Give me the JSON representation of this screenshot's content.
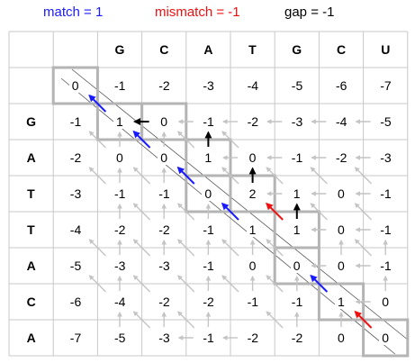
{
  "legend": {
    "match": {
      "text": "match = 1",
      "color": "#1a1aff"
    },
    "mismatch": {
      "text": "mismatch = -1",
      "color": "#ee1111"
    },
    "gap": {
      "text": "gap = -1",
      "color": "#000000"
    }
  },
  "columns": [
    "",
    "G",
    "C",
    "A",
    "T",
    "G",
    "C",
    "U"
  ],
  "rows": [
    "",
    "G",
    "A",
    "T",
    "T",
    "A",
    "C",
    "A"
  ],
  "scores": [
    [
      "0",
      "-1",
      "-2",
      "-3",
      "-4",
      "-5",
      "-6",
      "-7"
    ],
    [
      "-1",
      "1",
      "0",
      "-1",
      "-2",
      "-3",
      "-4",
      "-5"
    ],
    [
      "-2",
      "0",
      "0",
      "1",
      "0",
      "-1",
      "-2",
      "-3"
    ],
    [
      "-3",
      "-1",
      "-1",
      "0",
      "2",
      "1",
      "0",
      "-1"
    ],
    [
      "-4",
      "-2",
      "-2",
      "-1",
      "1",
      "1",
      "0",
      "-1"
    ],
    [
      "-5",
      "-3",
      "-3",
      "-1",
      "0",
      "0",
      "0",
      "-1"
    ],
    [
      "-6",
      "-4",
      "-2",
      "-2",
      "-1",
      "-1",
      "1",
      "0"
    ],
    [
      "-7",
      "-5",
      "-3",
      "-1",
      "-2",
      "-2",
      "0",
      "0"
    ]
  ],
  "path_cells": [
    [
      0,
      0
    ],
    [
      1,
      1
    ],
    [
      1,
      2
    ],
    [
      2,
      3
    ],
    [
      3,
      3
    ],
    [
      3,
      4
    ],
    [
      4,
      5
    ],
    [
      5,
      5
    ],
    [
      6,
      6
    ],
    [
      7,
      7
    ]
  ],
  "colors": {
    "grid_line": "#c8c8c8",
    "path_box": "#b4b4b4",
    "arrow_gray": "#c4c4c4",
    "arrow_black": "#000000",
    "arrow_blue": "#1a1aff",
    "arrow_red": "#ee1111"
  },
  "arrows": {
    "left": [
      [
        1,
        3
      ],
      [
        1,
        4
      ],
      [
        1,
        5
      ],
      [
        1,
        6
      ],
      [
        1,
        7
      ],
      [
        2,
        4
      ],
      [
        2,
        5
      ],
      [
        2,
        6
      ],
      [
        2,
        7
      ],
      [
        3,
        5
      ],
      [
        3,
        6
      ],
      [
        3,
        7
      ],
      [
        4,
        6
      ],
      [
        4,
        7
      ],
      [
        5,
        6
      ],
      [
        5,
        7
      ],
      [
        6,
        7
      ],
      [
        7,
        3
      ],
      [
        7,
        4
      ]
    ],
    "up": [
      [
        2,
        1
      ],
      [
        2,
        2
      ],
      [
        3,
        1
      ],
      [
        3,
        2
      ],
      [
        4,
        1
      ],
      [
        4,
        2
      ],
      [
        4,
        3
      ],
      [
        5,
        1
      ],
      [
        5,
        2
      ],
      [
        5,
        3
      ],
      [
        5,
        4
      ],
      [
        5,
        6
      ],
      [
        5,
        7
      ],
      [
        6,
        1
      ],
      [
        6,
        3
      ],
      [
        6,
        4
      ],
      [
        6,
        5
      ],
      [
        6,
        7
      ],
      [
        7,
        1
      ],
      [
        7,
        2
      ],
      [
        7,
        3
      ],
      [
        7,
        5
      ],
      [
        7,
        6
      ]
    ],
    "diag": [
      [
        1,
        1
      ],
      [
        2,
        1
      ],
      [
        2,
        3
      ],
      [
        2,
        4
      ],
      [
        3,
        1
      ],
      [
        3,
        2
      ],
      [
        3,
        3
      ],
      [
        3,
        4
      ],
      [
        3,
        5
      ],
      [
        3,
        6
      ],
      [
        3,
        7
      ],
      [
        4,
        2
      ],
      [
        4,
        3
      ],
      [
        4,
        6
      ],
      [
        4,
        7
      ],
      [
        5,
        1
      ],
      [
        5,
        2
      ],
      [
        5,
        3
      ],
      [
        5,
        4
      ],
      [
        5,
        5
      ],
      [
        5,
        7
      ],
      [
        6,
        1
      ],
      [
        6,
        2
      ],
      [
        6,
        3
      ],
      [
        6,
        4
      ],
      [
        6,
        5
      ],
      [
        6,
        6
      ],
      [
        7,
        2
      ],
      [
        7,
        3
      ],
      [
        7,
        5
      ],
      [
        7,
        7
      ]
    ],
    "traceback_left": [
      [
        1,
        2
      ]
    ],
    "traceback_up": [
      [
        2,
        3
      ],
      [
        3,
        4
      ],
      [
        4,
        5
      ]
    ],
    "traceback_diag_blue": [
      [
        1,
        1
      ],
      [
        2,
        2
      ],
      [
        3,
        3
      ],
      [
        4,
        4
      ],
      [
        6,
        6
      ]
    ],
    "traceback_diag_red": [
      [
        4,
        5
      ],
      [
        7,
        7
      ]
    ]
  }
}
